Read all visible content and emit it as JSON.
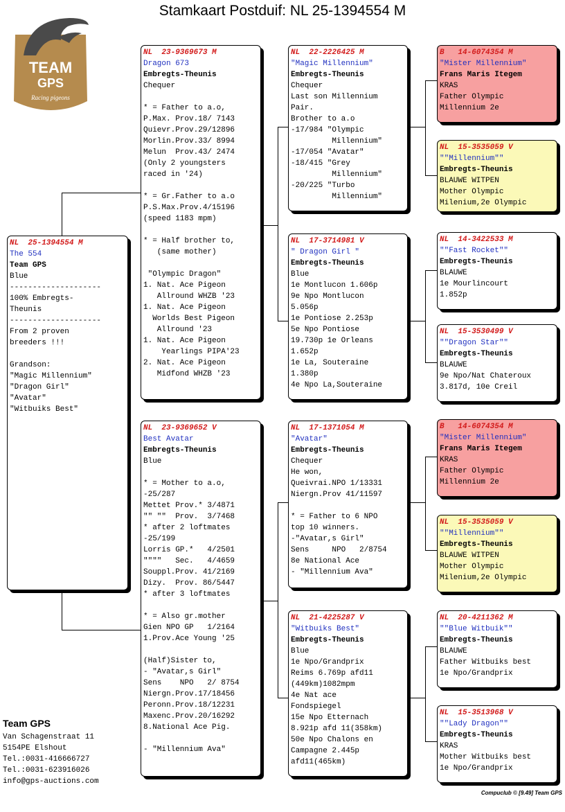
{
  "title": "Stamkaart Postduif: NL  25-1394554 M",
  "logo": {
    "line1": "TEAM",
    "line2": "GPS",
    "tagline": "Racing pigeons"
  },
  "subject": {
    "ring": "NL  25-1394554 M",
    "name": "The 554",
    "breeder": "Team GPS",
    "lines": [
      "Blue",
      "--------------------",
      "100% Embregts-",
      "Theunis",
      "--------------------",
      "From 2 proven",
      "breeders !!!",
      "",
      "Grandson:",
      "\"Magic Millennium\"",
      "\"Dragon Girl\"",
      "\"Avatar\"",
      "\"Witbuiks Best\""
    ]
  },
  "father": {
    "ring": "NL  23-9369673 M",
    "name": "Dragon 673",
    "breeder": "Embregts-Theunis",
    "lines": [
      "Chequer",
      "",
      "* = Father to a.o,",
      "P.Max. Prov.18/ 7143",
      "Quievr.Prov.29/12896",
      "Morlin.Prov.33/ 8994",
      "Melun  Prov.43/ 2474",
      "(Only 2 youngsters",
      "raced in '24)",
      "",
      "* = Gr.Father to a.o",
      "P.S.Max.Prov.4/15196",
      "(speed 1183 mpm)",
      "",
      "* = Half brother to,",
      "   (same mother)",
      "",
      " \"Olympic Dragon\"",
      "1. Nat. Ace Pigeon",
      "   Allround WHZB '23",
      "1. Nat. Ace Pigeon",
      "  Worlds Best Pigeon",
      "   Allround '23",
      "1. Nat. Ace Pigeon",
      "    Yearlings PIPA'23",
      "2. Nat. Ace Pigeon",
      "   Midfond WHZB '23"
    ]
  },
  "mother": {
    "ring": "NL  23-9369652 V",
    "name": "Best Avatar",
    "breeder": "Embregts-Theunis",
    "lines": [
      "Blue",
      "",
      "* = Mother to a.o,",
      "-25/287",
      "Mettet Prov.* 3/4871",
      "\"\" \"\"  Prov.  3/7468",
      "* after 2 loftmates",
      "-25/199",
      "Lorris GP.*   4/2501",
      "\"\"\"\"   Sec.   4/4659",
      "Souppl.Prov. 41/2169",
      "Dizy.  Prov. 86/5447",
      "* after 3 loftmates",
      "",
      "* = Also gr.mother",
      "Gien NPO GP   1/2164",
      "1.Prov.Ace Young '25",
      "",
      "(Half)Sister to,",
      "- \"Avatar,s Girl\"",
      "Sens    NPO   2/ 8754",
      "Niergn.Prov.17/18456",
      "Peronn.Prov.18/12231",
      "Maxenc.Prov.20/16292",
      "8.National Ace Pig.",
      "",
      "- \"Millennium Ava\""
    ]
  },
  "ff": {
    "ring": "NL  22-2226425 M",
    "name": "\"Magic Millennium\"",
    "breeder": "Embregts-Theunis",
    "lines": [
      "Chequer",
      "Last son Millennium",
      "Pair.",
      "Brother to a.o",
      "-17/984 \"Olympic",
      "         Millennium\"",
      "-17/054 \"Avatar\"",
      "-18/415 \"Grey",
      "         Millennium\"",
      "-20/225 \"Turbo",
      "         Millennium\""
    ]
  },
  "fm": {
    "ring": "NL  17-3714981 V",
    "name": "\" Dragon Girl \"",
    "breeder": "Embregts-Theunis",
    "lines": [
      "Blue",
      "1e Montlucon 1.606p",
      "9e Npo Montlucon",
      "5.056p",
      "1e Pontiose 2.253p",
      "5e Npo Pontiose",
      "19.730p 1e Orleans",
      "1.652p",
      "1e La, Souteraine",
      "1.380p",
      "4e Npo La,Souteraine"
    ]
  },
  "mf": {
    "ring": "NL  17-1371054 M",
    "name": "\"Avatar\"",
    "breeder": "Embregts-Theunis",
    "lines": [
      "Chequer",
      "He won,",
      "Queivrai.NPO 1/13331",
      "Niergn.Prov 41/11597",
      "",
      "* = Father to 6 NPO",
      "top 10 winners.",
      "-\"Avatar,s Girl\"",
      "Sens     NPO   2/8754",
      "8e National Ace",
      "- \"Millennium Ava\""
    ]
  },
  "mm": {
    "ring": "NL  21-4225287 V",
    "name": "\"Witbuiks Best\"",
    "breeder": "Embregts-Theunis",
    "lines": [
      "Blue",
      "1e Npo/Grandprix",
      "Reims 6.769p afd11",
      "(449km)1082mpm",
      "4e Nat ace",
      "Fondspiegel",
      "15e Npo Etternach",
      "8.921p afd 11(358km)",
      "50e Npo Chalons en",
      "Campagne 2.445p",
      "afd11(465km)"
    ]
  },
  "fff": {
    "ring": "B   14-6074354 M",
    "name": "\"Mister Millennium\"",
    "breeder": "Frans Maris Itegem",
    "lines": [
      "KRAS",
      "Father Olympic",
      "Millennium 2e"
    ]
  },
  "ffm": {
    "ring": "NL  15-3535059 V",
    "name": "\"\"Millennium\"\"",
    "breeder": "Embregts-Theunis",
    "lines": [
      "BLAUWE WITPEN",
      "Mother Olympic",
      "Milenium,2e Olympic"
    ]
  },
  "fmf": {
    "ring": "NL  14-3422533 M",
    "name": "\"\"Fast Rocket\"\"",
    "breeder": "Embregts-Theunis",
    "lines": [
      "BLAUWE",
      "1e Mourlincourt",
      "1.852p"
    ]
  },
  "fmm": {
    "ring": "NL  15-3530499 V",
    "name": "\"\"Dragon Star\"\"",
    "breeder": "Embregts-Theunis",
    "lines": [
      "BLAUWE",
      "9e Npo/Nat Chateroux",
      "3.817d, 10e Creil"
    ]
  },
  "mff": {
    "ring": "B   14-6074354 M",
    "name": "\"Mister Millennium\"",
    "breeder": "Frans Maris Itegem",
    "lines": [
      "KRAS",
      "Father Olympic",
      "Millennium 2e"
    ]
  },
  "mfm": {
    "ring": "NL  15-3535059 V",
    "name": "\"\"Millennium\"\"",
    "breeder": "Embregts-Theunis",
    "lines": [
      "BLAUWE WITPEN",
      "Mother Olympic",
      "Milenium,2e Olympic"
    ]
  },
  "mmf": {
    "ring": "NL  20-4211362 M",
    "name": "\"\"Blue Witbuik\"\"",
    "breeder": "Embregts-Theunis",
    "lines": [
      "BLAUWE",
      "Father Witbuiks best",
      "1e Npo/Grandprix"
    ]
  },
  "mmm": {
    "ring": "NL  15-3513968 V",
    "name": "\"\"Lady Dragon\"\"",
    "breeder": "Embregts-Theunis",
    "lines": [
      "KRAS",
      "Mother Witbuiks best",
      "1e Npo/Grandprix"
    ]
  },
  "footer": {
    "name": "Team GPS",
    "lines": [
      "Van Schagenstraat 11",
      "5154PE  Elshout",
      "Tel.:0031-416666727",
      "Tel.:0031-623916026",
      "info@gps-auctions.com"
    ]
  },
  "credit": "Compuclub © [9.49]  Team GPS"
}
